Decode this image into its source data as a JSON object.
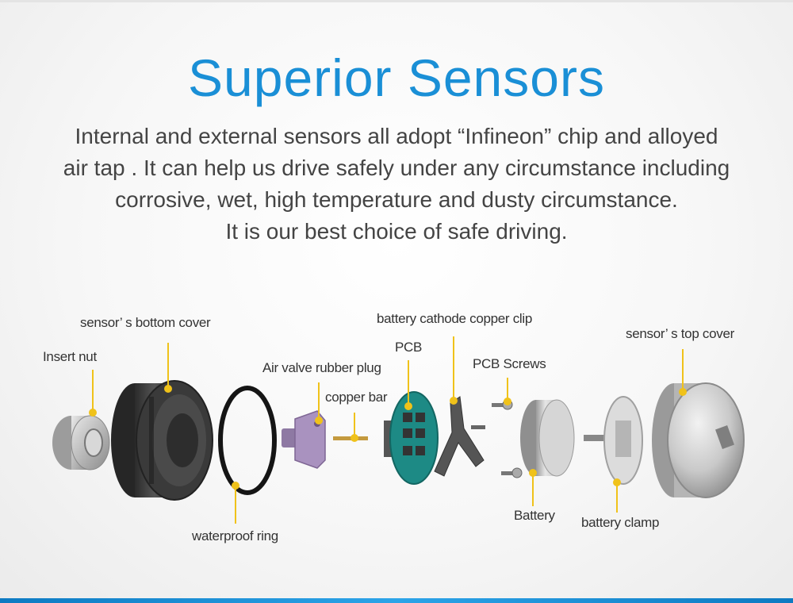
{
  "title": "Superior Sensors",
  "description": [
    "Internal and external sensors all adopt “Infineon” chip and alloyed",
    "air tap . It can help us drive safely under any circumstance including",
    "corrosive, wet, high temperature and dusty circumstance.",
    "It is our best choice of safe driving."
  ],
  "labels": {
    "insert_nut": "Insert nut",
    "bottom_cover": "sensor’ s bottom cover",
    "waterproof_ring": "waterproof ring",
    "air_valve": "Air valve rubber plug",
    "copper_bar": "copper bar",
    "pcb": "PCB",
    "cathode_clip": "battery cathode copper clip",
    "pcb_screws": "PCB Screws",
    "battery": "Battery",
    "battery_clamp": "battery clamp",
    "top_cover": "sensor’ s top cover"
  },
  "colors": {
    "title": "#1a8fd6",
    "leader": "#f0c21a",
    "accent_bar": "#1a8fd6"
  }
}
